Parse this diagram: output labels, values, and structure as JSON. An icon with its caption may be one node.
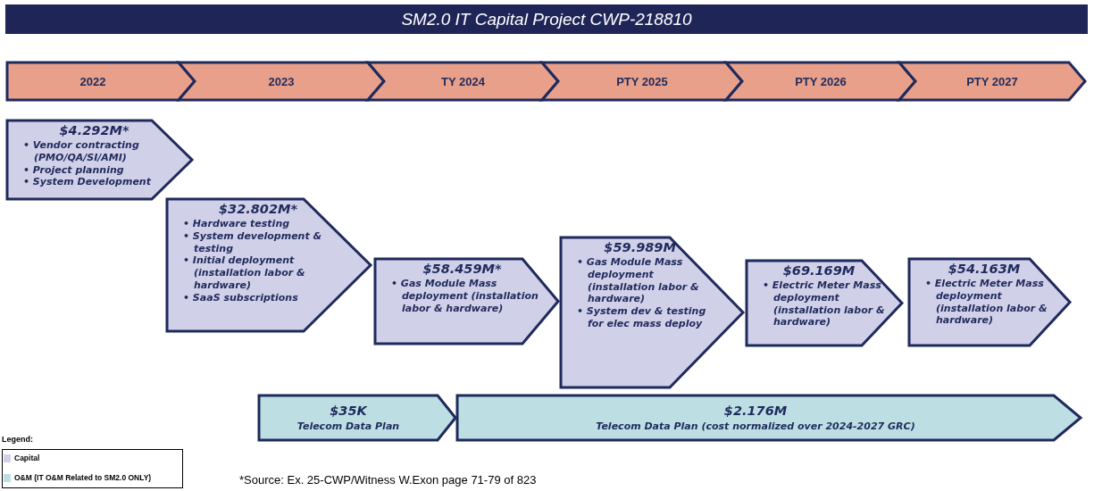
{
  "diagram": {
    "title": "SM2.0 IT Capital Project CWP-218810",
    "nodes": [
      {
        "text": [
          "2022"
        ]
      },
      {
        "text": [
          "2023"
        ]
      },
      {
        "text": [
          "TY 2024"
        ]
      },
      {
        "text": [
          "PTY 2025"
        ]
      },
      {
        "text": [
          "PTY 2026"
        ]
      },
      {
        "text": [
          "PTY 2027"
        ]
      },
      {
        "text": [
          "$4.292M*",
          "• Vendor contracting (PMO/QA/SI/AMI)",
          "• Project planning",
          "• System Development"
        ]
      },
      {
        "text": [
          "$32.802M*",
          "• Hardware testing",
          "• System development & testing",
          "• Initial deployment (installation labor & hardware)",
          "• SaaS subscriptions"
        ]
      },
      {
        "text": [
          "$58.459M*",
          "• Gas Module Mass deployment (installation labor & hardware)"
        ]
      },
      {
        "text": [
          "$59.989M",
          "• Gas Module Mass deployment (installation labor & hardware)",
          "• System dev & testing for elec mass deploy"
        ]
      },
      {
        "text": [
          "$69.169M",
          "• Electric Meter Mass deployment (installation labor & hardware)"
        ]
      },
      {
        "text": [
          "$54.163M",
          "• Electric Meter Mass deployment (installation labor & hardware)"
        ]
      },
      {
        "text": [
          "$35K",
          "Telecom Data Plan"
        ]
      },
      {
        "text": [
          "$2.176M",
          "Telecom Data Plan (cost normalized over 2024-2027 GRC)"
        ]
      }
    ],
    "labels": [
      "Legend:",
      "*Source: Ex. 25-CWP/Witness W.Exon page 71-79 of 823"
    ],
    "legend": [
      {
        "text": "Capital",
        "color": "#d0d0e8"
      },
      {
        "text": "O&M (IT O&M Related to SM2.0 ONLY)",
        "color": "#bddfe3"
      }
    ]
  }
}
